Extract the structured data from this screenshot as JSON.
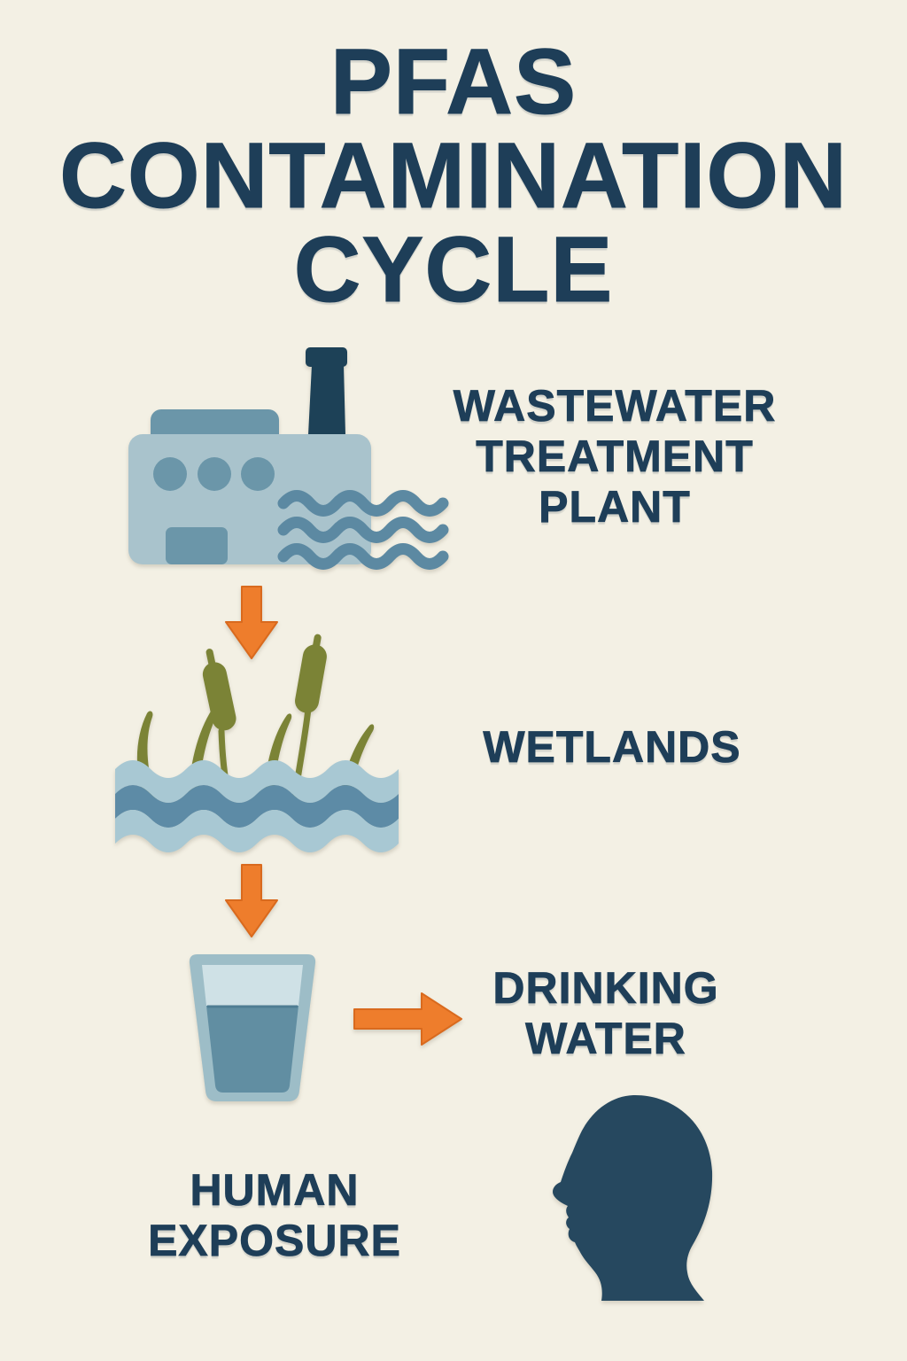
{
  "title": "PFAS CONTAMINATION CYCLE",
  "steps": [
    {
      "id": "wastewater-treatment-plant",
      "label": "WASTEWATER TREATMENT PLANT",
      "icon": "wastewater-plant-icon"
    },
    {
      "id": "wetlands",
      "label": "WETLANDS",
      "icon": "wetlands-icon"
    },
    {
      "id": "drinking-water",
      "label": "DRINKING WATER",
      "icon": "water-glass-icon"
    },
    {
      "id": "human-exposure",
      "label": "HUMAN EXPOSURE",
      "icon": "human-head-icon"
    }
  ],
  "flow_order": [
    "wastewater-treatment-plant",
    "wetlands",
    "drinking-water",
    "human-exposure"
  ],
  "colors": {
    "background": "#f3f0e4",
    "text": "#1e3e58",
    "arrow": "#ee7d2c",
    "arrow_border": "#d96a1e",
    "factory_body": "#a9c3cc",
    "factory_accent": "#6b96a9",
    "chimney": "#1d4157",
    "wave": "#5c89a2",
    "water_light": "#a8c8d3",
    "water_dark": "#5d8ba6",
    "cattail": "#7b8336",
    "glass_rim": "#9dbdc7",
    "glass_empty": "#cfe1e6",
    "glass_water": "#618ea2",
    "glass_water_edge": "#4f7d93",
    "head": "#26485f"
  }
}
